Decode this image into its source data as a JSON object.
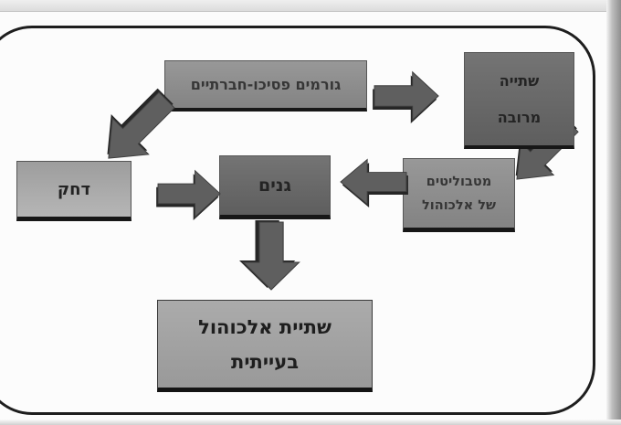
{
  "diagram": {
    "nodes": {
      "psychosocial": {
        "label": "גורמים פסיכו-חברתיים"
      },
      "heavy_drinking": {
        "line1": "שתייה",
        "line2": "מרובה"
      },
      "stress": {
        "label": "דחק"
      },
      "genes": {
        "label": "גנים"
      },
      "metabolites": {
        "line1": "מטבוליטים",
        "line2": "של אלכוהול"
      },
      "problem_drinking": {
        "line1": "שתיית אלכוהול",
        "line2": "בעייתית"
      }
    },
    "edges": [
      {
        "from": "גורמים פסיכו-חברתיים",
        "to": "שתייה מרובה",
        "direction": "right"
      },
      {
        "from": "גורמים פסיכו-חברתיים",
        "to": "דחק",
        "direction": "down-left"
      },
      {
        "from": "שתייה מרובה",
        "to": "מטבוליטים של אלכוהול",
        "direction": "down-left"
      },
      {
        "from": "דחק",
        "to": "גנים",
        "direction": "right"
      },
      {
        "from": "מטבוליטים של אלכוהול",
        "to": "גנים",
        "direction": "left"
      },
      {
        "from": "גנים",
        "to": "שתיית אלכוהול בעייתית",
        "direction": "down"
      }
    ],
    "colors": {
      "page_background": "#fcfcfc",
      "frame_border": "#1e1e1e",
      "box_medium": "#8d8d8d",
      "box_dark": "#696969",
      "box_light": "#aaaaaa",
      "arrow_fill": "#5f5f5f",
      "arrow_shadow": "#262626",
      "text": "#2d2d2d"
    }
  }
}
